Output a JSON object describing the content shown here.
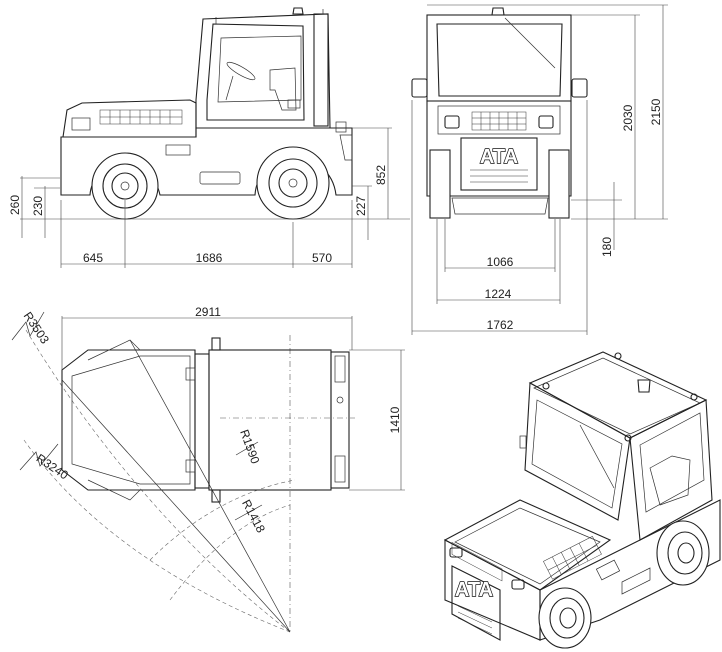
{
  "logo_text": "ATA",
  "side_view": {
    "dims": {
      "front_overhang": "645",
      "wheelbase": "1686",
      "rear_overhang": "570",
      "hitch_height": "852",
      "front_low": "260",
      "front_low2": "230",
      "rear_low": "227"
    }
  },
  "front_view": {
    "dims": {
      "track_inner": "1066",
      "track_outer": "1224",
      "overall_width": "1762",
      "height_cab": "2030",
      "height_overall": "2150",
      "ground_clearance": "180"
    }
  },
  "top_view": {
    "dims": {
      "overall_length": "2911",
      "body_width": "1410",
      "radius_outer": "R3503",
      "radius_mid": "R3240",
      "radius_inner": "R1590",
      "radius_min": "R1418"
    }
  }
}
